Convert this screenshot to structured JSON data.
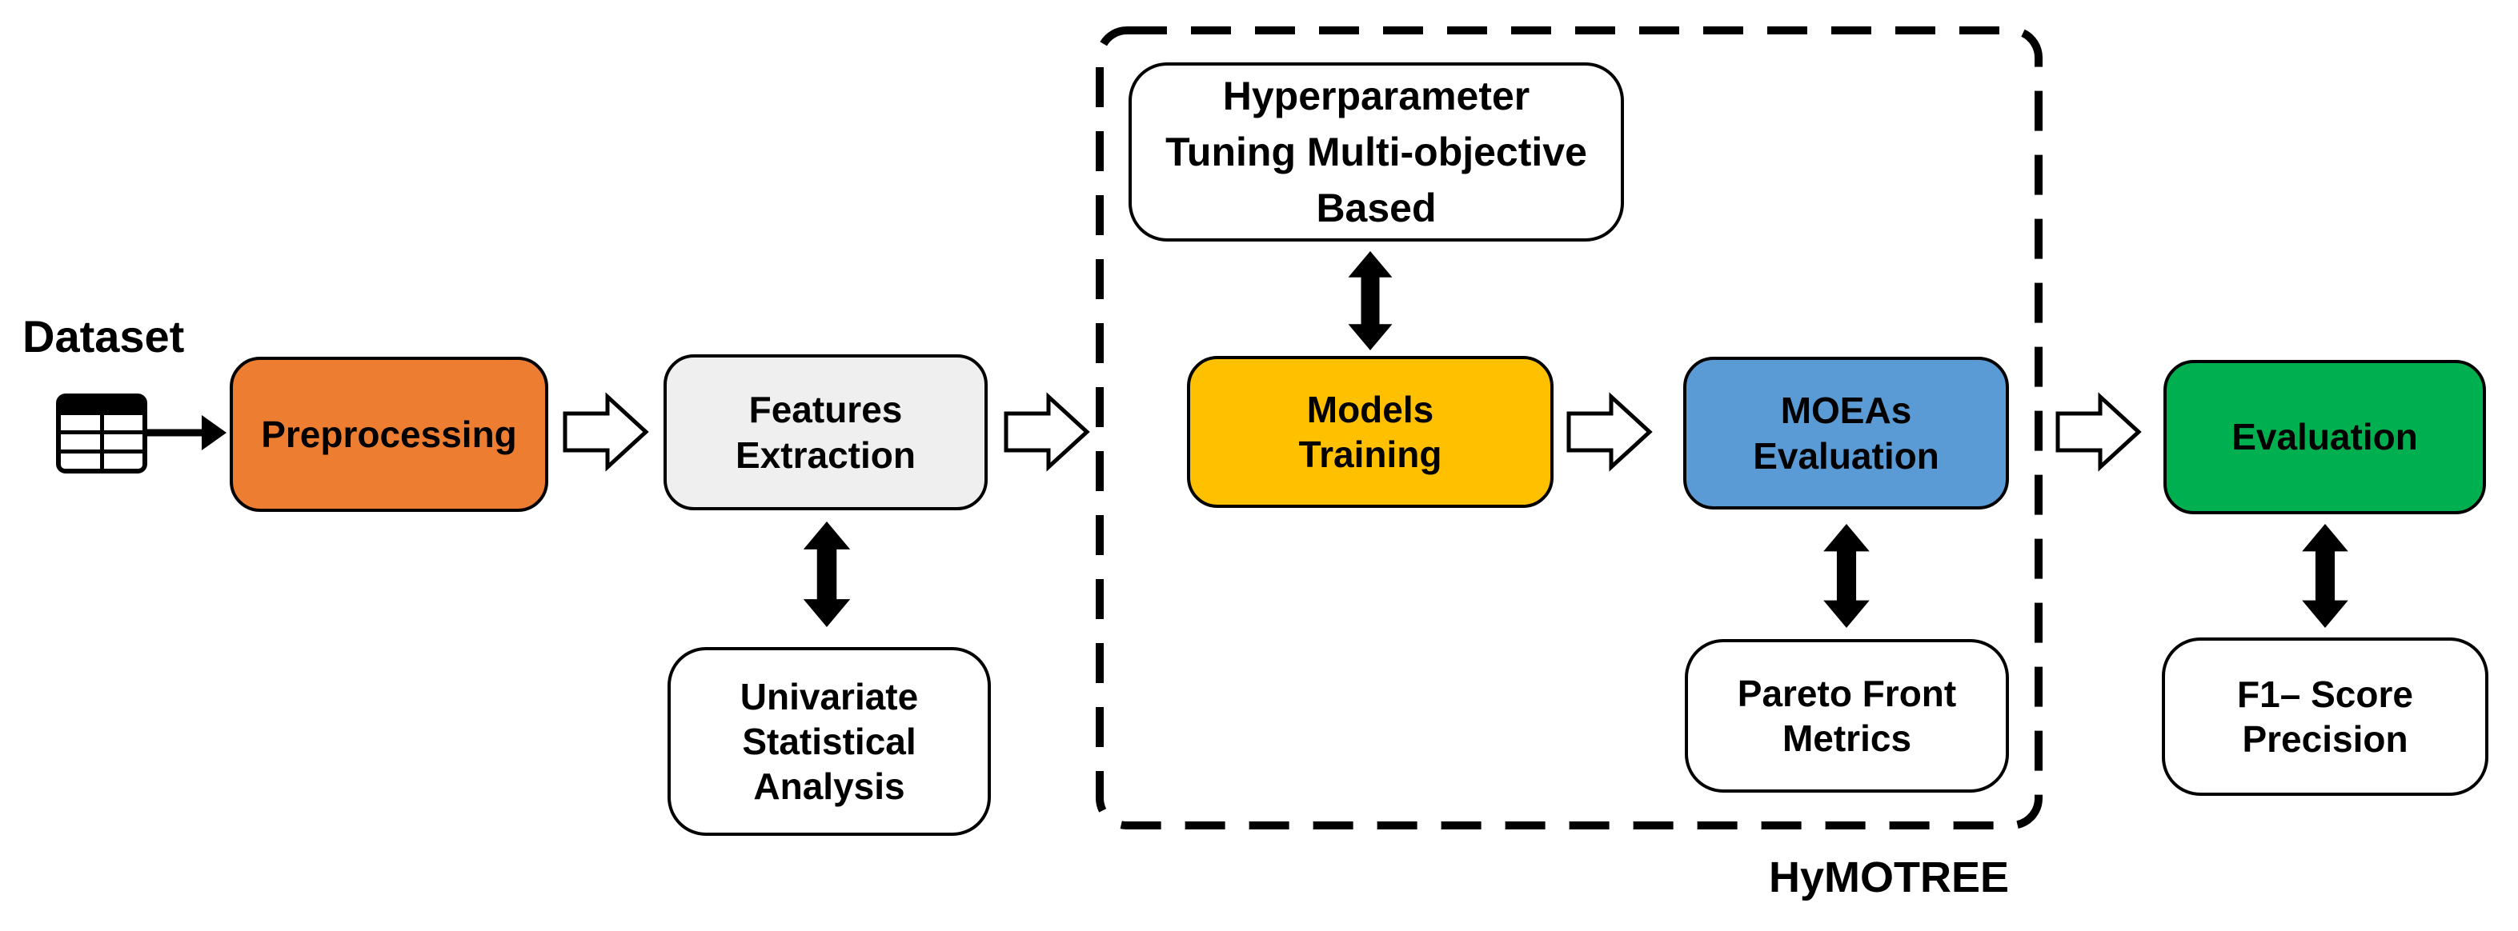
{
  "canvas": {
    "background": "#ffffff"
  },
  "dataset": {
    "label": "Dataset"
  },
  "nodes": {
    "preprocessing": {
      "label": "Preprocessing",
      "fill": "#ED7D31"
    },
    "features_extraction": {
      "line1": "Features",
      "line2": "Extraction",
      "fill": "#EFEFEF"
    },
    "univariate": {
      "line1": "Univariate",
      "line2": "Statistical",
      "line3": "Analysis",
      "fill": "#FFFFFF"
    },
    "hyperparameter": {
      "line1": "Hyperparameter",
      "line2": "Tuning Multi-objective",
      "line3": "Based",
      "fill": "#FFFFFF"
    },
    "models_training": {
      "line1": "Models",
      "line2": "Training",
      "fill": "#FFC000"
    },
    "moeas_evaluation": {
      "line1": "MOEAs",
      "line2": "Evaluation",
      "fill": "#5B9BD5"
    },
    "pareto_front": {
      "line1": "Pareto Front",
      "line2": "Metrics",
      "fill": "#FFFFFF"
    },
    "evaluation": {
      "label": "Evaluation",
      "fill": "#00B050"
    },
    "f1_score": {
      "line1": "F1– Score",
      "line2": "Precision",
      "fill": "#FFFFFF"
    }
  },
  "group": {
    "label": "HyMOTREE",
    "border_color": "#000000"
  },
  "icons": {
    "dataset_table": "table-icon",
    "flow_arrow": "block-arrow-right-icon",
    "link_arrow": "double-arrow-vertical-icon",
    "input_arrow": "arrow-right-icon"
  }
}
